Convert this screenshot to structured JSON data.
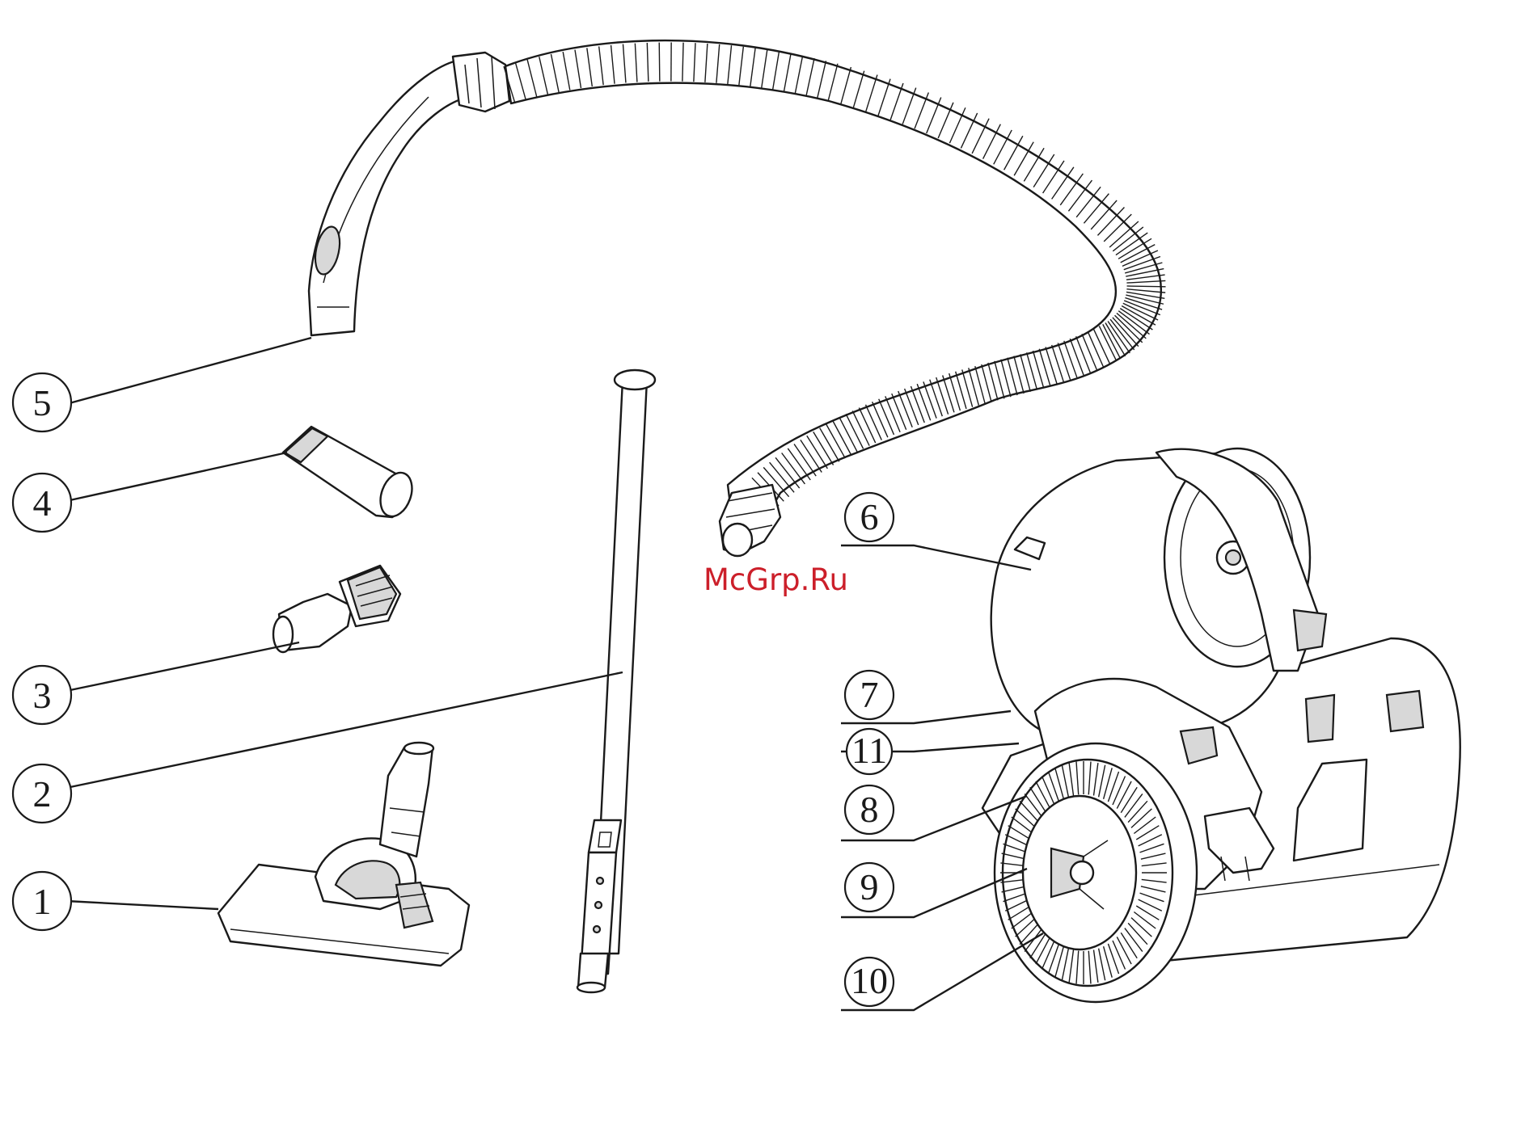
{
  "watermark": {
    "text": "McGrp.Ru",
    "color": "#cc1f2a"
  },
  "colors": {
    "ink": "#1a1a1a",
    "paper": "#ffffff"
  },
  "callouts": [
    {
      "id": "1",
      "label": "1"
    },
    {
      "id": "2",
      "label": "2"
    },
    {
      "id": "3",
      "label": "3"
    },
    {
      "id": "4",
      "label": "4"
    },
    {
      "id": "5",
      "label": "5"
    },
    {
      "id": "6",
      "label": "6"
    },
    {
      "id": "7",
      "label": "7"
    },
    {
      "id": "8",
      "label": "8"
    },
    {
      "id": "9",
      "label": "9"
    },
    {
      "id": "10",
      "label": "10"
    },
    {
      "id": "11",
      "label": "11"
    }
  ]
}
